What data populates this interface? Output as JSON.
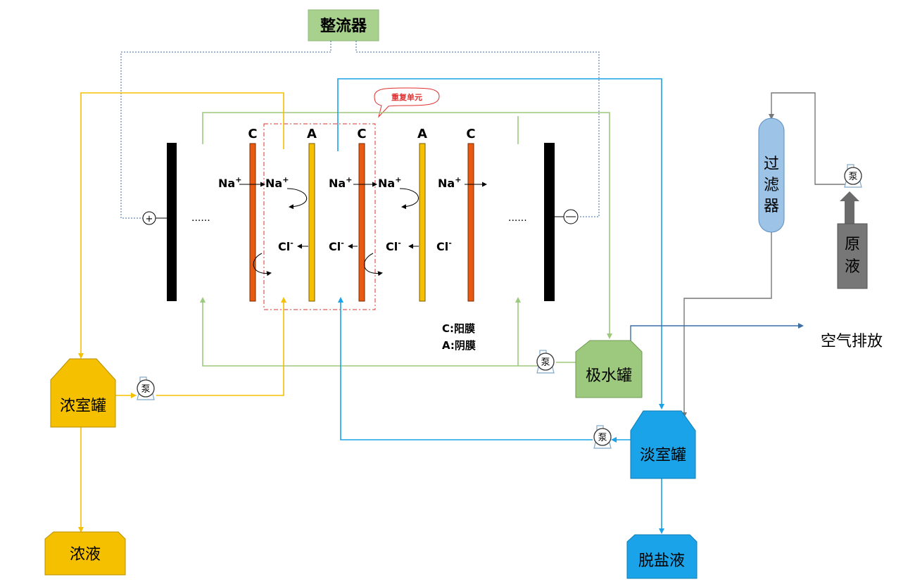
{
  "rectifier": {
    "label": "整流器"
  },
  "repeat_unit": {
    "label": "重复单元"
  },
  "membrane_labels": [
    "C",
    "A",
    "C",
    "A",
    "C"
  ],
  "ions": {
    "na": "Na",
    "cl": "Cl",
    "plus": "+",
    "minus": "-"
  },
  "electrodes": {
    "anode_symbol": "+",
    "ellipsis_left": "......",
    "ellipsis_right": "......"
  },
  "legend": {
    "cation": "C:阳膜",
    "anion": "A:阴膜"
  },
  "tanks": {
    "concentrate": "浓室罐",
    "concentrate_out": "浓液",
    "electrode_water": "极水罐",
    "dilute": "淡室罐",
    "desalted_out": "脱盐液"
  },
  "pump": {
    "label": "泵"
  },
  "filter": {
    "label_1": "过",
    "label_2": "滤",
    "label_3": "器"
  },
  "raw": {
    "label_1": "原",
    "label_2": "液"
  },
  "air_vent": {
    "label": "空气排放"
  },
  "colors": {
    "yellow": "#f5c000",
    "blue": "#1aa3e8",
    "green": "#9dc97e",
    "orange": "#e85a12",
    "gray": "#777777"
  }
}
